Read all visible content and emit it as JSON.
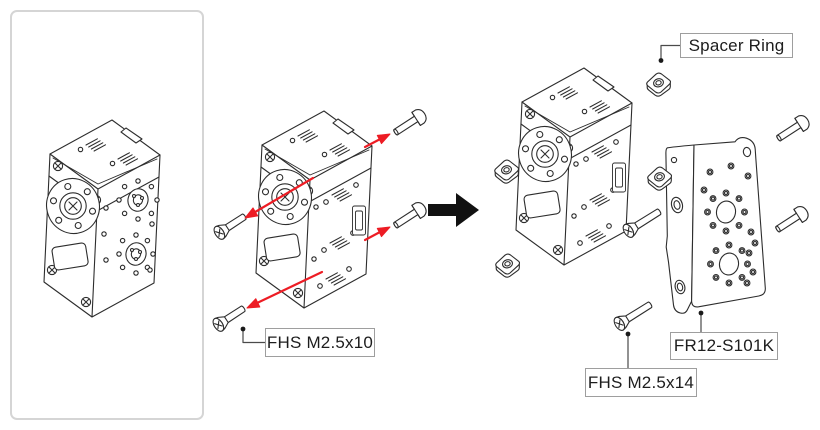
{
  "labels": {
    "spacer_ring": "Spacer Ring",
    "fhs_m25x10": "FHS M2.5x10",
    "fhs_m25x14": "FHS M2.5x14",
    "frame_plate": "FR12-S101K"
  },
  "colors": {
    "insertion_arrow": "#ed1c24",
    "step_arrow": "#111111",
    "line_art": "#2d2d2d",
    "label_border": "#9e9e9e",
    "panel_border": "#d5d5d5",
    "text": "#1d1d1d",
    "background": "#ffffff"
  },
  "icons": {
    "step_arrow": "right-arrow",
    "insertion_arrow": "red-insertion-arrow"
  }
}
